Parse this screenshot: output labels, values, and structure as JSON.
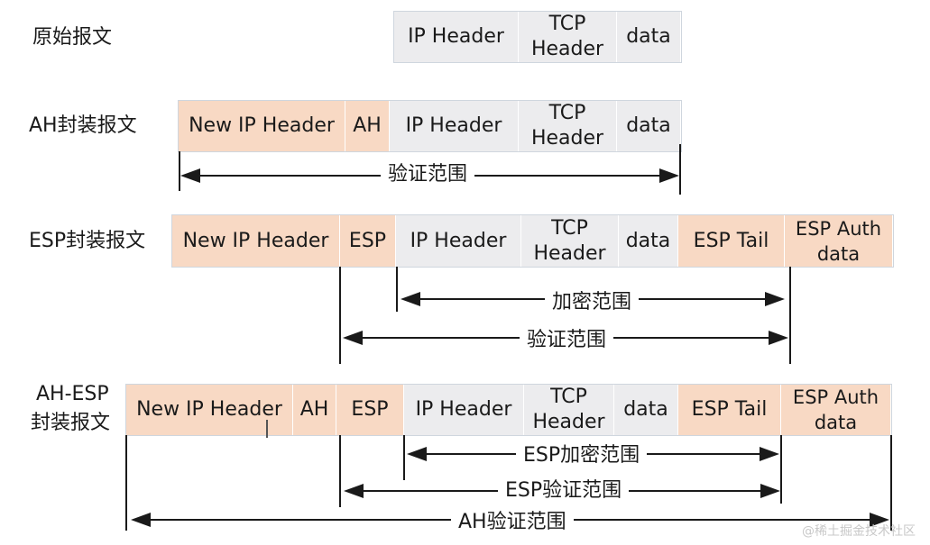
{
  "row1": {
    "label": "原始报文",
    "cells": [
      "IP Header",
      "TCP Header",
      "data"
    ]
  },
  "row2": {
    "label": "AH封装报文",
    "cells": [
      "New IP Header",
      "AH",
      "IP Header",
      "TCP Header",
      "data"
    ],
    "ranges": [
      "验证范围"
    ]
  },
  "row3": {
    "label": "ESP封装报文",
    "cells": [
      "New IP Header",
      "ESP",
      "IP Header",
      "TCP Header",
      "data",
      "ESP Tail",
      "ESP Auth data"
    ],
    "ranges": [
      "加密范围",
      "验证范围"
    ]
  },
  "row4": {
    "label": "AH-ESP 封装报文",
    "cells": [
      "New IP Header",
      "AH",
      "ESP",
      "IP Header",
      "TCP Header",
      "data",
      "ESP Tail",
      "ESP Auth data"
    ],
    "ranges": [
      "ESP加密范围",
      "ESP验证范围",
      "AH验证范围"
    ]
  },
  "colors": {
    "orange": "#f8d9c4",
    "gray": "#ececee",
    "line": "#1a1a1a"
  },
  "watermark": "@稀土掘金技术社区"
}
